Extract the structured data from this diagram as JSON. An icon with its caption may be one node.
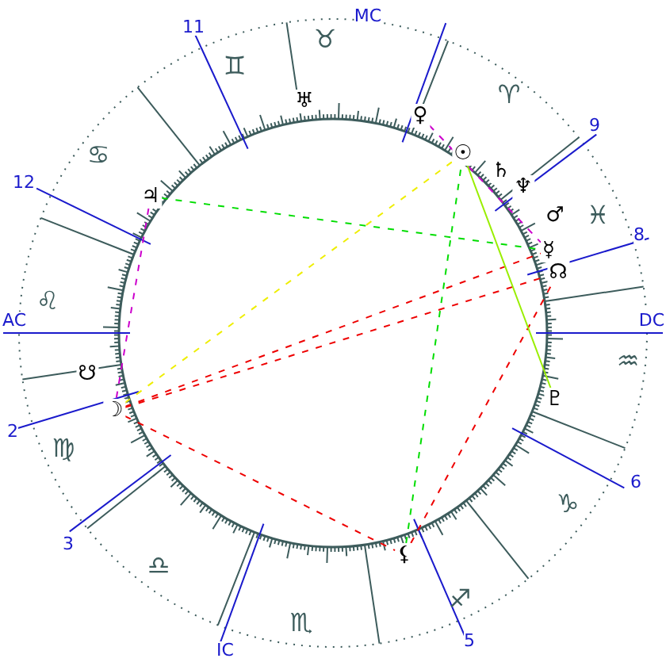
{
  "diagram": {
    "nodes": [
      {
        "text": [
          "♃"
        ]
      },
      {
        "text": [
          "♅"
        ]
      },
      {
        "text": [
          "♀"
        ]
      },
      {
        "text": [
          "☉"
        ]
      },
      {
        "text": [
          "♄"
        ]
      },
      {
        "text": [
          "♆"
        ]
      },
      {
        "text": [
          "♂"
        ]
      },
      {
        "text": [
          "☿"
        ]
      },
      {
        "text": [
          "☊"
        ]
      },
      {
        "text": [
          "☋"
        ]
      },
      {
        "text": [
          "☽"
        ]
      },
      {
        "text": [
          "♇"
        ]
      },
      {
        "text": [
          "⚸"
        ]
      }
    ],
    "edges": [
      {
        "from": 0,
        "to": 10,
        "arrow": "none",
        "style": "dashed",
        "color": "#cc00cc"
      },
      {
        "from": 0,
        "to": 7,
        "arrow": "none",
        "style": "dashed",
        "color": "#00dd00"
      },
      {
        "from": 10,
        "to": 3,
        "arrow": "none",
        "style": "dashed",
        "color": "#eeee00"
      },
      {
        "from": 10,
        "to": 7,
        "arrow": "none",
        "style": "dashed",
        "color": "#ee0000"
      },
      {
        "from": 10,
        "to": 8,
        "arrow": "none",
        "style": "dashed",
        "color": "#ee0000"
      },
      {
        "from": 10,
        "to": 12,
        "arrow": "none",
        "style": "dashed",
        "color": "#ee0000"
      },
      {
        "from": 12,
        "to": 8,
        "arrow": "none",
        "style": "dashed",
        "color": "#ee0000"
      },
      {
        "from": 12,
        "to": 3,
        "arrow": "none",
        "style": "dashed",
        "color": "#00dd00"
      },
      {
        "from": 2,
        "to": 7,
        "arrow": "none",
        "style": "dashed",
        "color": "#cc00cc"
      },
      {
        "from": 3,
        "to": 11,
        "arrow": "none",
        "color": "#99ee00"
      }
    ],
    "labels": [
      "MC",
      "11",
      "♉",
      "♊",
      "♈",
      "9",
      "♋",
      "12",
      "♓",
      "8",
      "♌",
      "AC",
      "DC",
      "♒",
      "2",
      "♍",
      "6",
      "♑",
      "3",
      "♎",
      "♐",
      "♏",
      "IC",
      "5"
    ]
  }
}
